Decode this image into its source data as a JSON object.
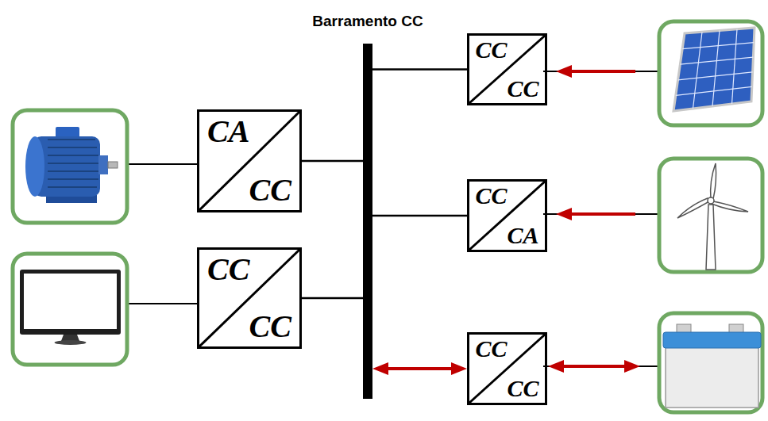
{
  "diagram": {
    "nodes": [
      {
        "text": [
          "Barramento CC"
        ]
      },
      {
        "text": [
          "CA",
          "CC"
        ]
      },
      {
        "text": [
          "CC",
          "CC"
        ]
      },
      {
        "text": [
          "CC",
          "CC"
        ]
      },
      {
        "text": [
          "CC",
          "CA"
        ]
      },
      {
        "text": [
          "CC",
          "CC"
        ]
      }
    ],
    "edges": [
      {
        "from": 1,
        "to": 0,
        "arrow": "none"
      },
      {
        "from": 2,
        "to": 0,
        "arrow": "none"
      },
      {
        "from": 0,
        "to": 3,
        "arrow": "none"
      },
      {
        "from": 0,
        "to": 4,
        "arrow": "none"
      },
      {
        "from": 0,
        "to": 5,
        "arrow": "both"
      }
    ]
  }
}
